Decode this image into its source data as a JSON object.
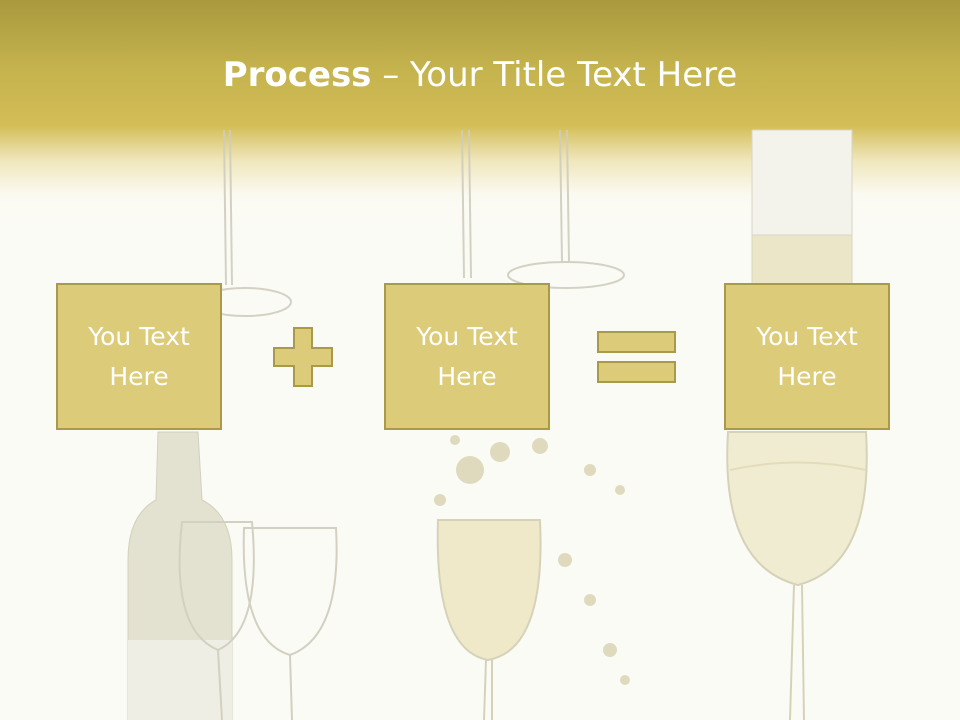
{
  "title": {
    "bold": "Process",
    "rest": " – Your Title Text Here"
  },
  "boxes": [
    {
      "text": "You Text\nHere"
    },
    {
      "text": "You Text\nHere"
    },
    {
      "text": "You Text\nHere"
    }
  ],
  "operators": [
    "plus-icon",
    "equals-icon"
  ],
  "colors": {
    "header_top": "#a99a3e",
    "header_gold": "#d3bd56",
    "box_fill": "#dccb78",
    "box_border": "#a89a4a",
    "background": "#fbfbf6"
  }
}
